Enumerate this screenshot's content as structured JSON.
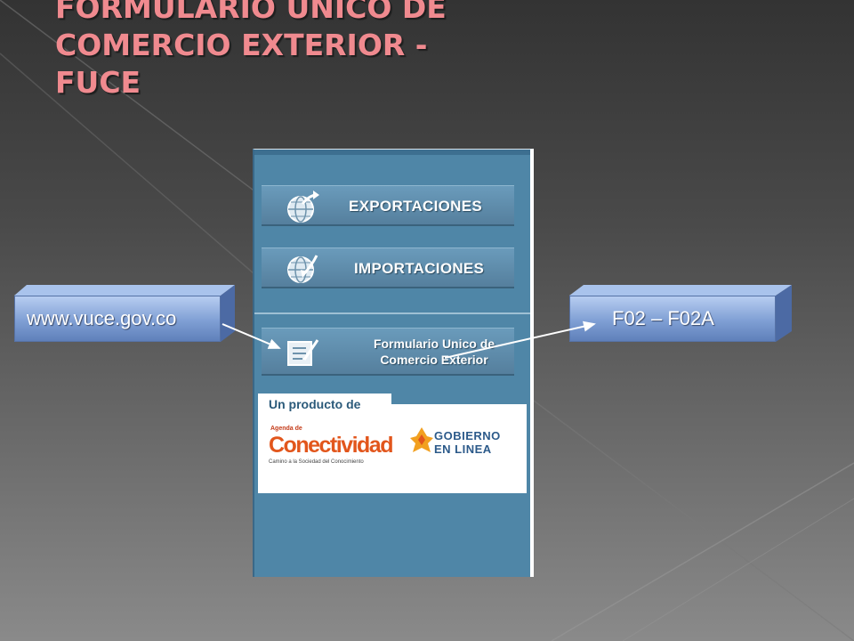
{
  "slide": {
    "title_lines": [
      "FORMULARIO UNICO DE",
      "COMERCIO EXTERIOR -",
      "FUCE"
    ]
  },
  "screenshot_panel": {
    "menu": {
      "exportaciones": "EXPORTACIONES",
      "importaciones": "IMPORTACIONES",
      "fuce_line1": "Formulario Unico de",
      "fuce_line2": "Comercio Exterior"
    },
    "producto": {
      "title": "Un producto de",
      "agenda_small": "Agenda de",
      "conectividad": "Conectividad",
      "conectividad_sub": "Camino a la Sociedad del Conocimiento",
      "gobierno_line1": "GOBIERNO",
      "gobierno_line2": "EN LINEA"
    }
  },
  "callouts": {
    "left": "www.vuce.gov.co",
    "right": "F02 – F02A"
  },
  "icons": [
    "globe-arrow-up-icon",
    "globe-arrow-down-icon",
    "form-pencil-icon",
    "gobierno-en-linea-logo"
  ],
  "colors": {
    "title": "#f08a8f",
    "panel": "#4f86a7",
    "callout": "#7f9fd4",
    "conectividad": "#e2561c"
  }
}
